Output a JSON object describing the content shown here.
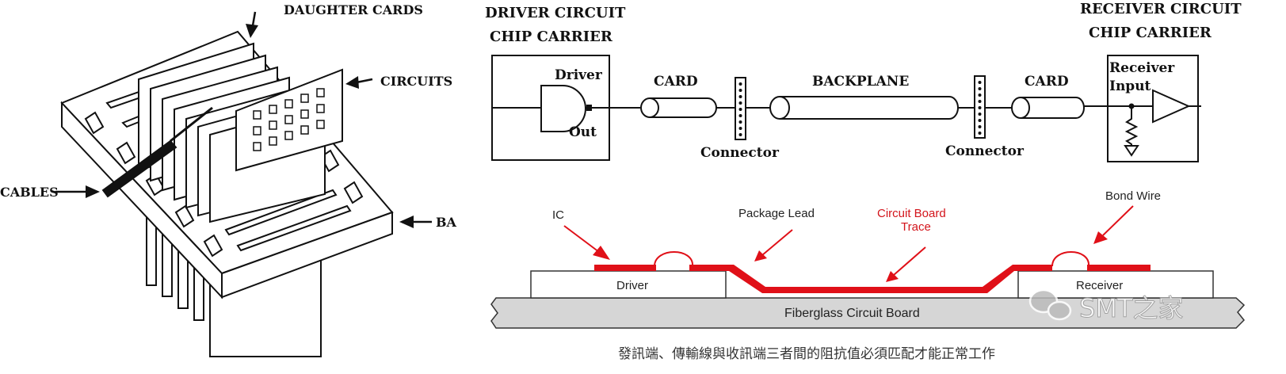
{
  "left_figure": {
    "daughter_cards": "DAUGHTER CARDS",
    "circuits": "CIRCUITS",
    "cables": "CABLES",
    "backplane_abbrev": "BA"
  },
  "top_diagram": {
    "driver_title_1": "DRIVER CIRCUIT",
    "driver_title_2": "CHIP CARRIER",
    "driver_label": "Driver",
    "out_label": "Out",
    "card_left": "CARD",
    "connector_left": "Connector",
    "backplane": "BACKPLANE",
    "connector_right": "Connector",
    "card_right": "CARD",
    "receiver_title_1": "RECEIVER CIRCUIT",
    "receiver_title_2": "CHIP CARRIER",
    "receiver_label_1": "Receiver",
    "receiver_label_2": "Input"
  },
  "bottom_diagram": {
    "ic": "IC",
    "package_lead": "Package Lead",
    "trace_line1": "Circuit Board",
    "trace_line2": "Trace",
    "bond_wire": "Bond Wire",
    "driver": "Driver",
    "receiver": "Receiver",
    "board": "Fiberglass Circuit Board"
  },
  "watermark": "SMT之家",
  "caption": "發訊端、傳輸線與收訊端三者間的阻抗值必須匹配才能正常工作",
  "colors": {
    "trace_red": "#e01018",
    "board_gray": "#d6d6d6",
    "ink": "#111111"
  }
}
